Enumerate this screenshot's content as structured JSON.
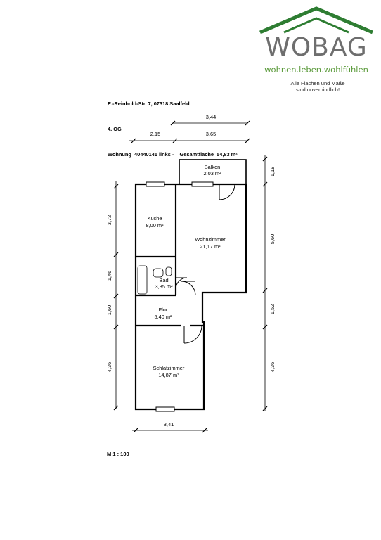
{
  "brand": {
    "name": "WOBAG",
    "tagline": "wohnen.leben.wohlfühlen",
    "note_line1": "Alle Flächen und Maße",
    "note_line2": "sind unverbindlich!",
    "roof_color": "#2e7d32",
    "tagline_color": "#5a9a3a"
  },
  "header": {
    "address": "E.-Reinhold-Str. 7, 07318 Saalfeld",
    "floor": "4. OG",
    "apartment": "Wohnung  40440141 links -    Gesamtfläche  54,83 m²"
  },
  "rooms": {
    "balkon": {
      "name": "Balkon",
      "area": "2,03 m²"
    },
    "kueche": {
      "name": "Küche",
      "area": "8,00 m²"
    },
    "wohnzimmer": {
      "name": "Wohnzimmer",
      "area": "21,17 m²"
    },
    "bad": {
      "name": "Bad",
      "area": "3,35 m²"
    },
    "flur": {
      "name": "Flur",
      "area": "5,40 m²"
    },
    "schlafzimmer": {
      "name": "Schlafzimmer",
      "area": "14,87 m²"
    }
  },
  "dimensions": {
    "top_total": "3,44",
    "top_left": "2,15",
    "top_right": "3,65",
    "bottom": "3,41",
    "left_1": "3,72",
    "left_2": "1,46",
    "left_3": "1,60",
    "left_4": "4,36",
    "right_1": "1,18",
    "right_2": "5,60",
    "right_3": "1,52",
    "right_4": "4,36"
  },
  "scale": "M 1 : 100"
}
